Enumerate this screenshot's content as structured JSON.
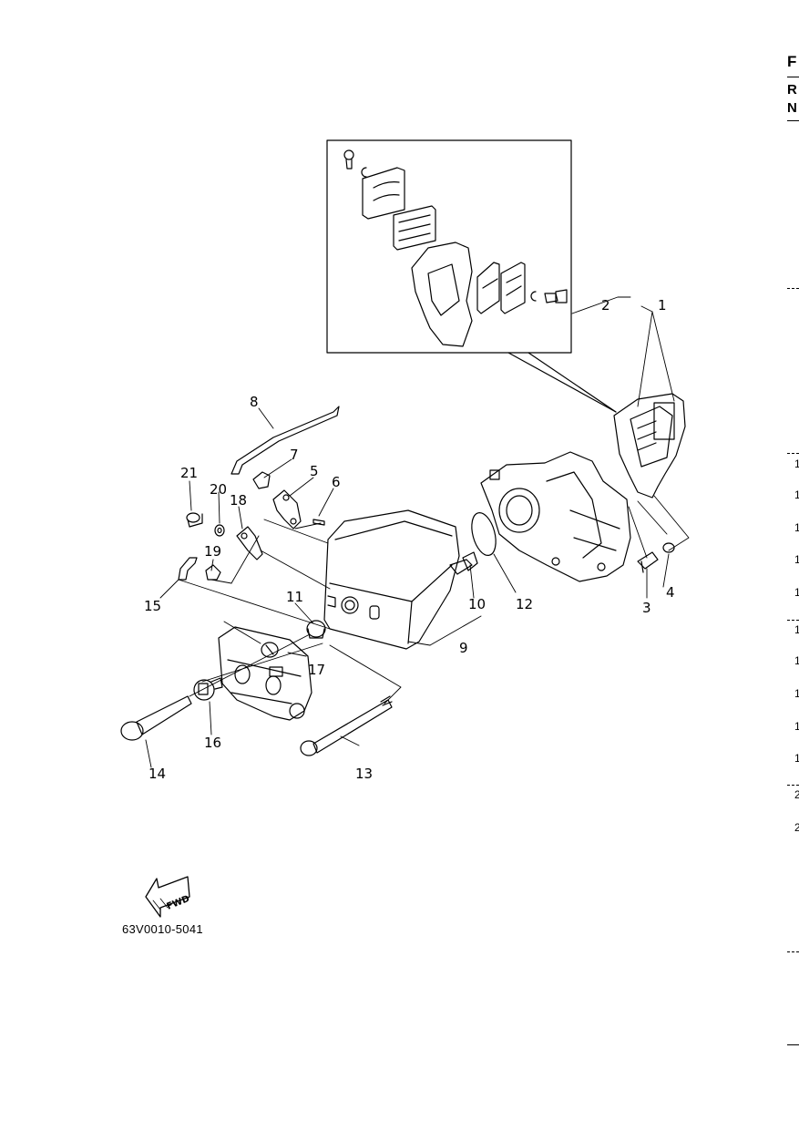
{
  "diagram": {
    "callouts": {
      "c1": "1",
      "c2": "2",
      "c3": "3",
      "c4": "4",
      "c5": "5",
      "c6": "6",
      "c7": "7",
      "c8": "8",
      "c9": "9",
      "c10": "10",
      "c11": "11",
      "c12": "12",
      "c13": "13",
      "c14": "14",
      "c15": "15",
      "c16": "16",
      "c17": "17",
      "c18": "18",
      "c19": "19",
      "c20": "20",
      "c21": "21"
    },
    "fwd_label": "FWD",
    "figure_code": "63V0010-5041"
  },
  "right_edge": {
    "letters": [
      "F",
      "R",
      "N"
    ],
    "numbers": [
      "1",
      "1",
      "1",
      "1",
      "1",
      "1",
      "1",
      "1",
      "1",
      "1",
      "2",
      "2"
    ]
  }
}
